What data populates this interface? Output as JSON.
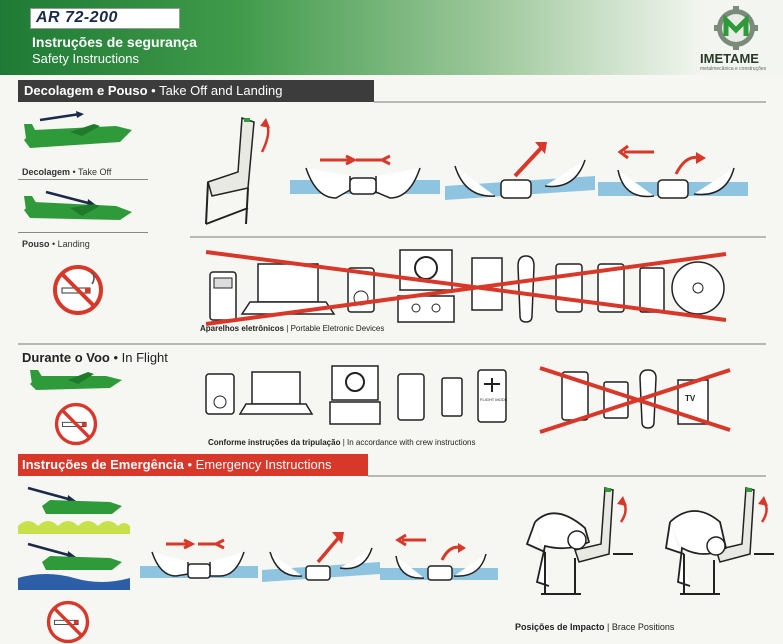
{
  "header": {
    "model": "AR 72-200",
    "title_pt": "Instruções de segurança",
    "title_en": "Safety Instructions",
    "logo_text": "IMETAME",
    "logo_sub": "metalmecânica e construções"
  },
  "takeoff": {
    "title_pt": "Decolagem e Pouso",
    "title_en": "Take Off and Landing",
    "takeoff_label": "Decolagem",
    "takeoff_label_en": "Take Off",
    "landing_label": "Pouso",
    "landing_label_en": "Landing",
    "devices_caption_pt": "Aparelhos eletrônicos",
    "devices_caption_en": "Portable Eletronic Devices"
  },
  "inflight": {
    "title_pt": "Durante o Voo",
    "title_en": "In Flight",
    "caption_pt": "Conforme instruções da tripulação",
    "caption_en": "In accordance with crew instructions",
    "phone_mode_label": "FLIGHT MODE",
    "tv_label": "TV"
  },
  "emergency": {
    "title_pt": "Instruções de Emergência",
    "title_en": "Emergency Instructions",
    "brace_caption_pt": "Posições de Impacto",
    "brace_caption_en": "Brace Positions"
  },
  "colors": {
    "green": "#2f9a3a",
    "red": "#d8382a",
    "dark": "#3c3c3c",
    "belt": "#8fc4e0",
    "water": "#2d5fa8",
    "land": "#c8e04a"
  }
}
